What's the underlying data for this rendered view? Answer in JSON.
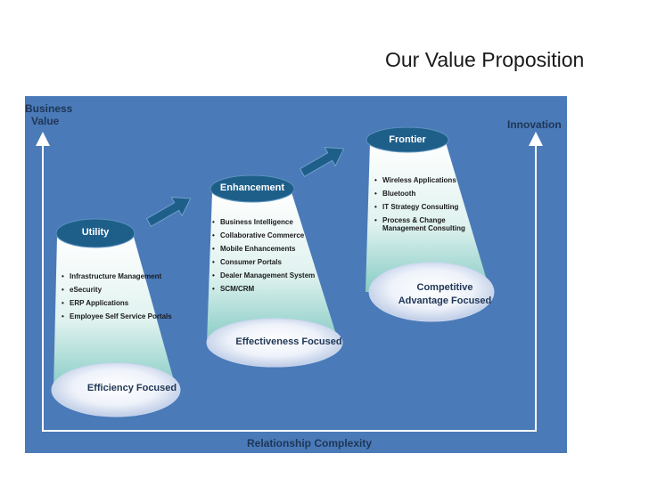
{
  "title": "Our Value Proposition",
  "axes": {
    "y_label_line1": "Business",
    "y_label_line2": "Value",
    "x_label": "Relationship Complexity",
    "innovation_label": "Innovation"
  },
  "stages": [
    {
      "name": "Utility",
      "items": [
        "Infrastructure Management",
        "eSecurity",
        "ERP Applications",
        "Employee Self Service Portals"
      ],
      "focus_line1": "Efficiency Focused",
      "focus_line2": ""
    },
    {
      "name": "Enhancement",
      "items": [
        "Business Intelligence",
        "Collaborative Commerce",
        "Mobile Enhancements",
        "Consumer Portals",
        "Dealer Management System",
        "SCM/CRM"
      ],
      "focus_line1": "Effectiveness Focused",
      "focus_line2": ""
    },
    {
      "name": "Frontier",
      "items": [
        "Wireless Applications",
        "Bluetooth",
        "IT Strategy Consulting",
        "Process & Change Management Consulting"
      ],
      "focus_line1": "Competitive",
      "focus_line2": "Advantage Focused"
    }
  ],
  "colors": {
    "panel": "#4a7ab8",
    "pill": "#1e5f8a",
    "arrow": "#1e5f8a",
    "cone_top": "#ffffff",
    "cone_bottom": "#8ecfc9",
    "label_text": "#1f3656"
  }
}
